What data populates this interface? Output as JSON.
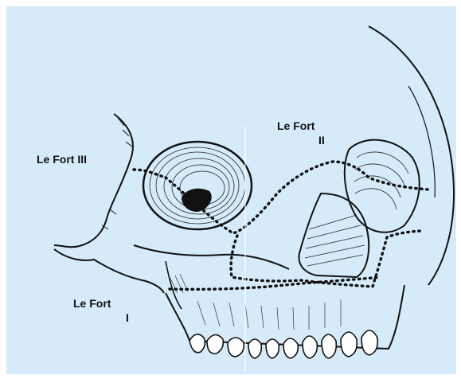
{
  "labels": {
    "le_fort_iii": "Le Fort III",
    "le_fort_ii_line1": "Le Fort",
    "le_fort_ii_line2": "II",
    "le_fort_i_line1": "Le Fort",
    "le_fort_i_line2": "I"
  },
  "colors": {
    "background": "#d6ebf9",
    "ink": "#111111",
    "fracture_dots": "#111111"
  }
}
